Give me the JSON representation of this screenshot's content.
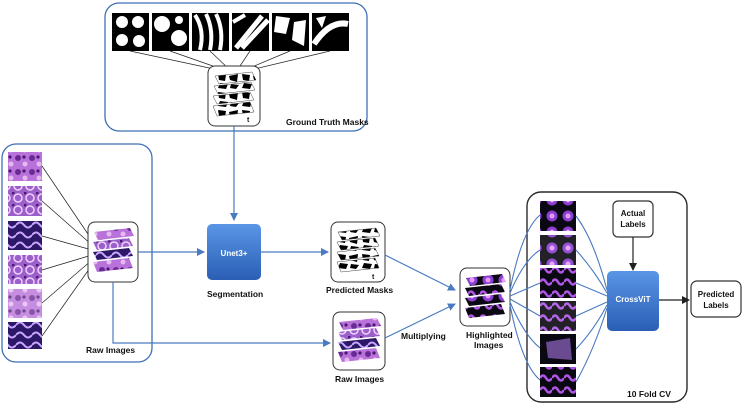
{
  "labels": {
    "ground_truth_masks": "Ground Truth Masks",
    "raw_images_group": "Raw Images",
    "unet_block": "Unet3+",
    "segmentation": "Segmentation",
    "predicted_masks": "Predicted Masks",
    "raw_images_bottom": "Raw Images",
    "multiplying": "Multiplying",
    "highlighted_line1": "Highlighted",
    "highlighted_line2": "Images",
    "crossvit_block": "CrossViT",
    "actual_line1": "Actual",
    "actual_line2": "Labels",
    "predicted_labels_line1": "Predicted",
    "predicted_labels_line2": "Labels",
    "ten_fold_cv": "10 Fold CV",
    "stack_mark": "t"
  },
  "colors": {
    "frame_border": "#3e6fb4",
    "arrow": "#4a7ac0",
    "block_fill": "#2f6cc7",
    "block_fill_light": "#5a95e6",
    "tissue_purple": "#8a3fb8",
    "tissue_pink": "#d59ae8",
    "tissue_dark": "#2a1040",
    "highlight_bg": "#0a0810",
    "highlight_glow": "#d56af5"
  }
}
